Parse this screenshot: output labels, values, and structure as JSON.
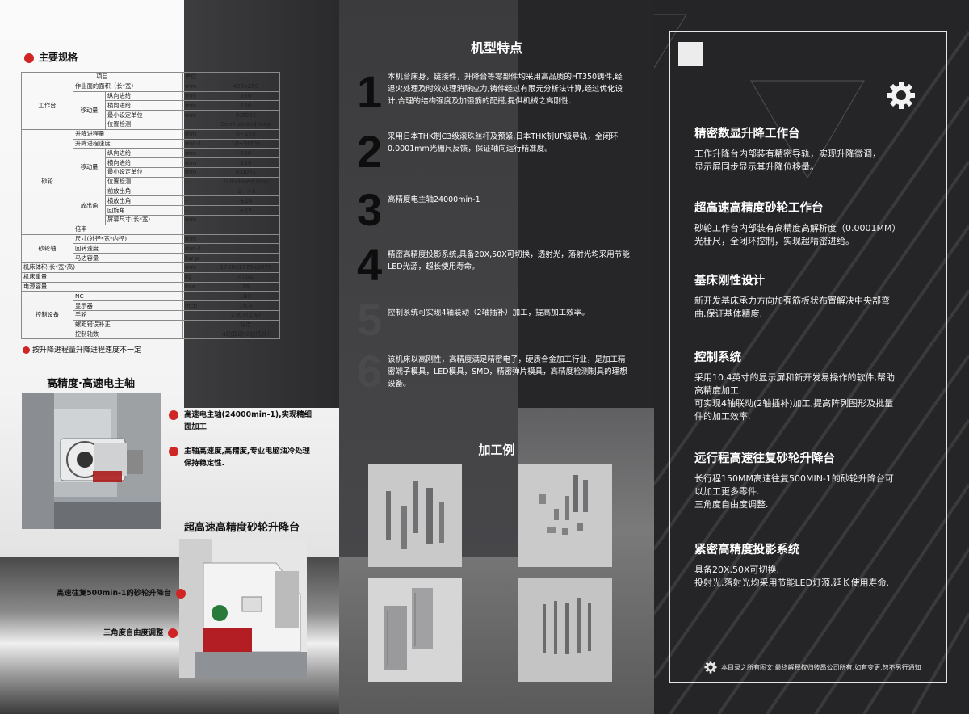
{
  "specs": {
    "title": "主要规格",
    "header": [
      "项目",
      "单位"
    ],
    "rows": [
      {
        "g": "工作台",
        "s": "",
        "i": "作业面的面积（长*宽）",
        "u": "mm",
        "v": "400x250"
      },
      {
        "g": "",
        "s": "移动量",
        "i": "纵向进给",
        "u": "mm",
        "v": "250"
      },
      {
        "g": "",
        "s": "",
        "i": "横向进给",
        "u": "mm",
        "v": "150"
      },
      {
        "g": "",
        "s": "",
        "i": "最小设定单位",
        "u": "mm",
        "v": "0.0001"
      },
      {
        "g": "",
        "s": "",
        "i": "位置检测",
        "u": "-",
        "v": "Semi-closed loop"
      },
      {
        "g": "砂轮",
        "s": "",
        "i": "升降进程量",
        "u": "mm",
        "v": "0~150"
      },
      {
        "g": "",
        "s": "",
        "i": "升降进程速度",
        "u": "min-1",
        "v": "10~500%"
      },
      {
        "g": "",
        "s": "移动量",
        "i": "纵向进给",
        "u": "mm",
        "v": "200"
      },
      {
        "g": "",
        "s": "",
        "i": "横向进给",
        "u": "mm",
        "v": "150"
      },
      {
        "g": "",
        "s": "",
        "i": "最小设定单位",
        "u": "mm",
        "v": "0.0001"
      },
      {
        "g": "",
        "s": "",
        "i": "位置检测",
        "u": "-",
        "v": "Full-closed loop"
      },
      {
        "g": "",
        "s": "放出角",
        "i": "前放出角",
        "u": "-",
        "v": "-2~+5"
      },
      {
        "g": "",
        "s": "",
        "i": "横放出角",
        "u": "-",
        "v": "±10"
      },
      {
        "g": "",
        "s": "",
        "i": "回旋角",
        "u": "-",
        "v": "±15"
      },
      {
        "g": "",
        "s": "",
        "i": "屏幕尺寸(长*宽)",
        "u": "mm",
        "v": ""
      },
      {
        "g": "",
        "s": "",
        "i": "倍率",
        "u": "-",
        "v": ""
      },
      {
        "g": "砂轮轴",
        "s": "",
        "i": "尺寸(外径*宽*内径)",
        "u": "mm",
        "v": ""
      },
      {
        "g": "",
        "s": "",
        "i": "回转速度",
        "u": "min-1",
        "v": ""
      },
      {
        "g": "",
        "s": "",
        "i": "马达容量",
        "u": "kw-p",
        "v": ""
      },
      {
        "g": "机床体积(长*宽*高)",
        "s": "",
        "i": "",
        "u": "mm",
        "v": "1730x1775x2075"
      },
      {
        "g": "机床重量",
        "s": "",
        "i": "",
        "u": "kg",
        "v": "4500"
      },
      {
        "g": "电源容量",
        "s": "",
        "i": "",
        "u": "kva",
        "v": "18"
      },
      {
        "g": "控制设备",
        "s": "",
        "i": "NC",
        "u": "",
        "v": "LNC"
      },
      {
        "g": "",
        "s": "",
        "i": "显示器",
        "u": "inch",
        "v": "10.4"
      },
      {
        "g": "",
        "s": "",
        "i": "手轮",
        "u": "",
        "v": "2:X,Y(Z,V)"
      },
      {
        "g": "",
        "s": "",
        "i": "螺距错误补正",
        "u": "",
        "v": "标准"
      },
      {
        "g": "",
        "s": "",
        "i": "控制轴数",
        "u": "",
        "v": "4轴联动(2轴插补)"
      }
    ],
    "note": "按升降进程量升降进程速度不一定"
  },
  "spindle": {
    "title": "高精度·高速电主轴",
    "f1": "高速电主轴(24000min-1),实现精细面加工",
    "f2": "主轴高速度,高精度,专业电脑油冷处理保持稳定性."
  },
  "lift": {
    "title": "超高速高精度砂轮升降台",
    "f1": "高速往复500min-1的砂轮升降台",
    "f2": "三角度自由度调整"
  },
  "features": {
    "title": "机型特点",
    "items": [
      {
        "num": "1",
        "text": "本机台床身，链接件，升降台等零部件均采用高品质的HT350铸件,经退火处理及时效处理消除应力,铸件经过有限元分析法计算,经过优化设计,合理的结构强度及加强筋的配搭,提供机械之高刚性."
      },
      {
        "num": "2",
        "text": "采用日本THK制C3级滚珠丝杆及预紧,日本THK制UP级导轨，全闭环0.0001mm光栅尺反馈，保证轴向运行精准度。"
      },
      {
        "num": "3",
        "text": "高精度电主轴24000min-1"
      },
      {
        "num": "4",
        "text": "精密高精度投影系统,具备20X,50X可切换，透射光，落射光均采用节能LED光源，超长使用寿命。"
      },
      {
        "num": "5",
        "text": "控制系统可实现4轴联动（2轴插补）加工，提高加工效率。"
      },
      {
        "num": "6",
        "text": "该机床以高刚性，高精度满足精密电子，硬质合金加工行业，是加工精密端子模具，LED模具，SMD，精密弹片模具，高精度检测制具的理想设备。"
      }
    ]
  },
  "processing": {
    "title": "加工例"
  },
  "right": {
    "sections": [
      {
        "h": "精密数显升降工作台",
        "b": [
          "工作升降台内部装有精密导轨，实现升降微调，",
          "显示屏同步显示其升降位移量。"
        ]
      },
      {
        "h": "超高速高精度砂轮工作台",
        "b": [
          "砂轮工作台内部装有高精度高解析度（0.0001MM）",
          "光栅尺，全闭环控制，实现超精密进给。"
        ]
      },
      {
        "h": "基床刚性设计",
        "b": [
          "新开发基床承力方向加强筋板状布置解决中央部弯",
          "曲,保证基体精度."
        ]
      },
      {
        "h": "控制系统",
        "b": [
          "采用10.4英寸的显示屏和新开发易操作的软件,帮助",
          "高精度加工.",
          "可实现4轴联动(2轴插补)加工,提高阵列图形及批量",
          "件的加工效率."
        ]
      },
      {
        "h": "远行程高速往复砂轮升降台",
        "b": [
          "长行程150MM高速往复500MIN-1的砂轮升降台可",
          "以加工更多零件.",
          "三角度自由度调整."
        ]
      },
      {
        "h": "紧密高精度投影系统",
        "b": [
          "具备20X,50X可切换.",
          "投射光,落射光均采用节能LED灯源,延长使用寿命."
        ]
      }
    ],
    "footer": "本目录之所有图文,最终解释权归彼昂公司所有,如有变更,恕不另行通知"
  }
}
